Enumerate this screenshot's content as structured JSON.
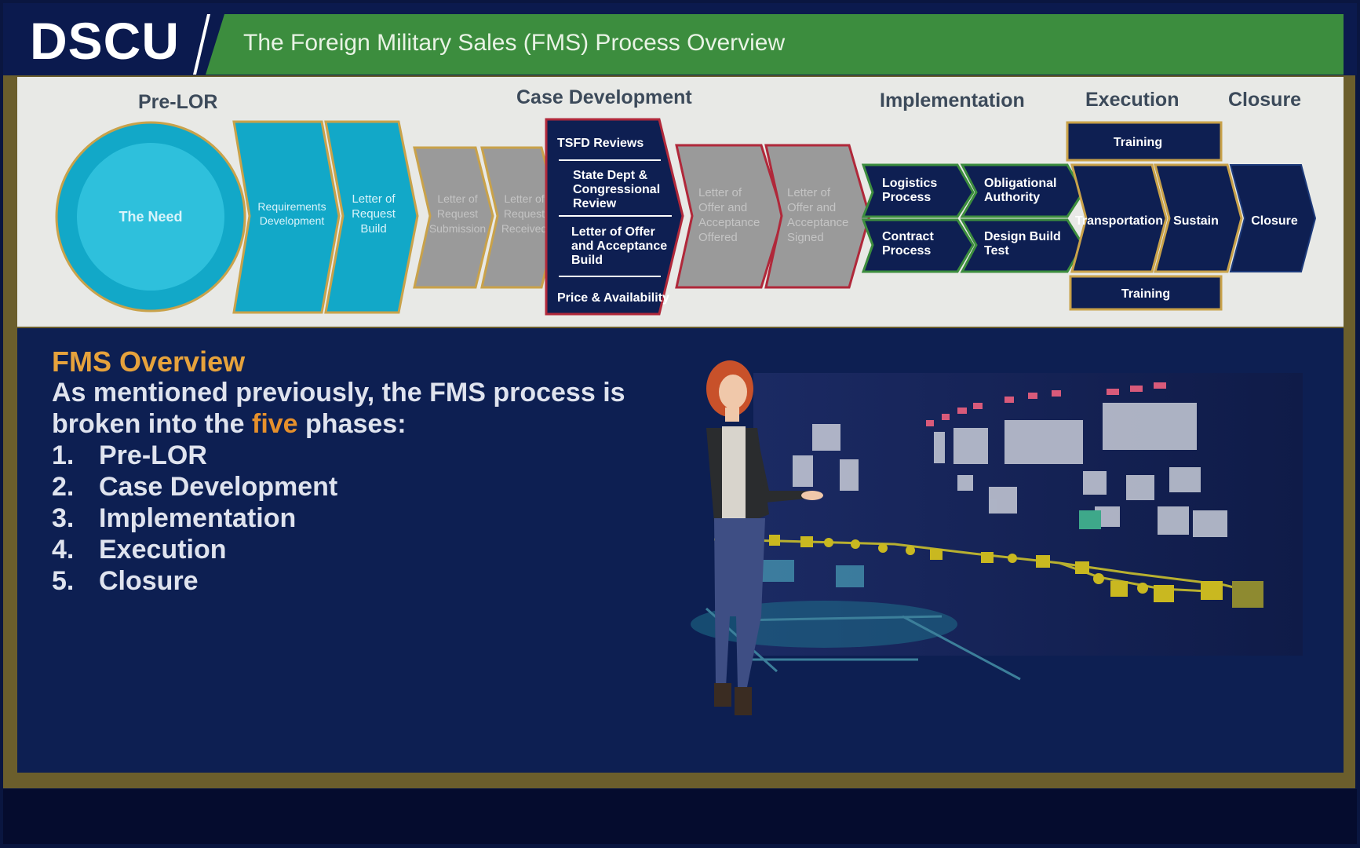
{
  "header": {
    "logo": "DSCU",
    "title": "The Foreign Military Sales (FMS) Process Overview"
  },
  "phases": {
    "pre_lor": "Pre-LOR",
    "case_development": "Case Development",
    "implementation": "Implementation",
    "execution": "Execution",
    "closure": "Closure"
  },
  "diagram": {
    "the_need": "The Need",
    "requirements_development": [
      "Requirements",
      "Development"
    ],
    "lor_build": [
      "Letter of",
      "Request",
      "Build"
    ],
    "lor_submission": [
      "Letter of",
      "Request",
      "Submission"
    ],
    "lor_received": [
      "Letter of",
      "Request",
      "Received"
    ],
    "tsfd_reviews": "TSFD Reviews",
    "state_dept_review": [
      "State Dept &",
      "Congressional",
      "Review"
    ],
    "loa_build": [
      "Letter of Offer",
      "and Acceptance",
      "Build"
    ],
    "price_availability": "Price & Availability",
    "loa_offered": [
      "Letter of",
      "Offer and",
      "Acceptance",
      "Offered"
    ],
    "loa_signed": [
      "Letter of",
      "Offer and",
      "Acceptance",
      "Signed"
    ],
    "logistics_process": [
      "Logistics",
      "Process"
    ],
    "contract_process": [
      "Contract",
      "Process"
    ],
    "obligational_authority": [
      "Obligational",
      "Authority"
    ],
    "design_build_test": [
      "Design Build",
      "Test"
    ],
    "training_top": "Training",
    "transportation": "Transportation",
    "sustain": "Sustain",
    "training_bottom": "Training",
    "closure_box": "Closure"
  },
  "overview": {
    "title": "FMS Overview",
    "intro_line1": "As mentioned previously, the FMS process is",
    "intro_line2_pre": "broken into the ",
    "intro_highlight": "five",
    "intro_line2_post": " phases:",
    "list": [
      {
        "num": "1.",
        "label": "Pre-LOR"
      },
      {
        "num": "2.",
        "label": "Case Development"
      },
      {
        "num": "3.",
        "label": "Implementation"
      },
      {
        "num": "4.",
        "label": "Execution"
      },
      {
        "num": "5.",
        "label": "Closure"
      }
    ]
  },
  "colors": {
    "header_navy": "#0b1a4e",
    "title_green": "#3c8d3e",
    "teal": "#12a8c8",
    "gray": "#9a9a9a",
    "navy_box": "#0e1f52",
    "accent_orange": "#e6a23c",
    "gold_border": "#c9a24a"
  }
}
